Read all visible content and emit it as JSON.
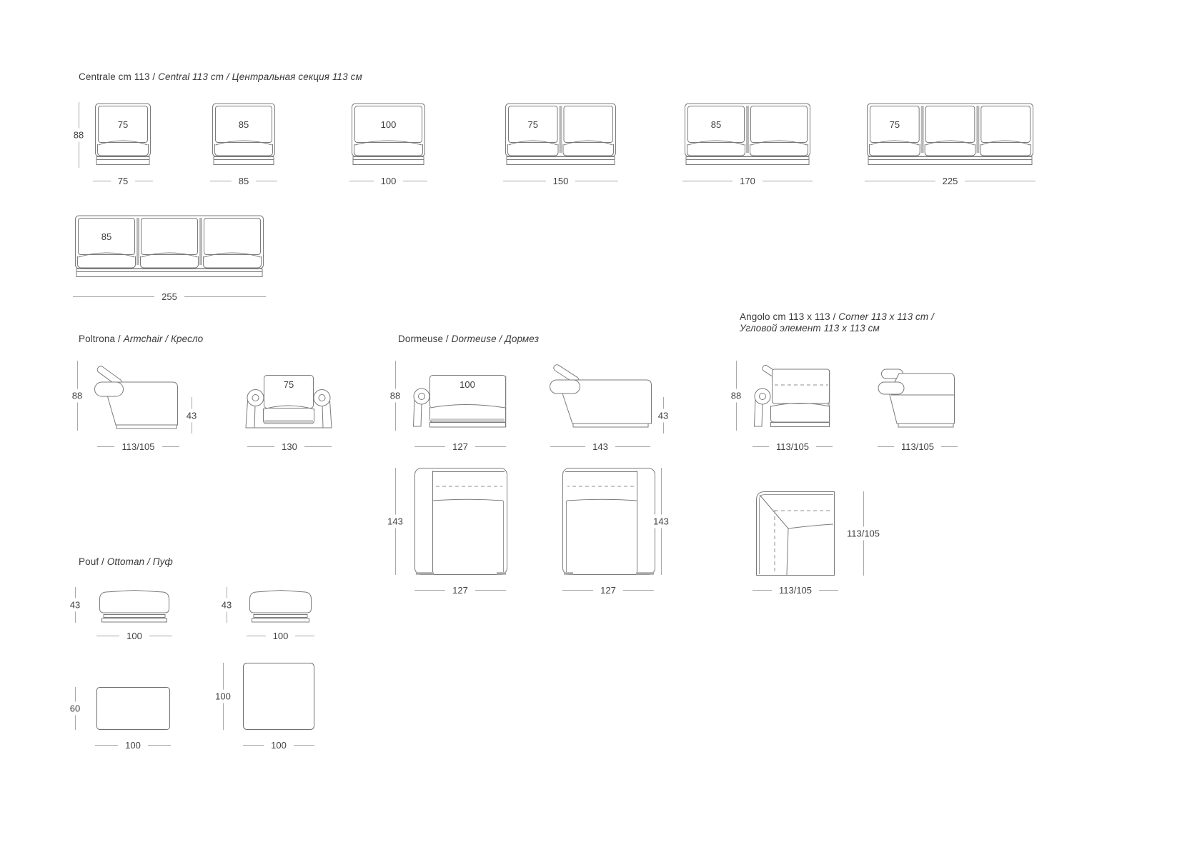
{
  "page": {
    "background": "#ffffff",
    "line_color": "#7b7b7b",
    "dim_line_color": "#a5a5a5",
    "text_color": "#424242"
  },
  "sections": {
    "centrale": {
      "title_normal": "Centrale cm 113 / ",
      "title_italic": "Central 113 cm / Центральная секция 113 см",
      "height_dim": "88",
      "modules": [
        {
          "seats": 1,
          "width_cm": 75,
          "cushion_label": "75",
          "width_label": "75"
        },
        {
          "seats": 1,
          "width_cm": 85,
          "cushion_label": "85",
          "width_label": "85"
        },
        {
          "seats": 1,
          "width_cm": 100,
          "cushion_label": "100",
          "width_label": "100"
        },
        {
          "seats": 2,
          "width_cm": 150,
          "cushion_label": "75",
          "width_label": "150"
        },
        {
          "seats": 2,
          "width_cm": 170,
          "cushion_label": "85",
          "width_label": "170"
        },
        {
          "seats": 3,
          "width_cm": 225,
          "cushion_label": "75",
          "width_label": "225"
        },
        {
          "seats": 3,
          "width_cm": 255,
          "cushion_label": "85",
          "width_label": "255"
        }
      ]
    },
    "poltrona": {
      "title_normal": "Poltrona / ",
      "title_italic": "Armchair / Кресло",
      "side": {
        "height_dim": "88",
        "seat_height_dim": "43",
        "width_label": "113/105"
      },
      "front": {
        "cushion_label": "75",
        "width_label": "130"
      }
    },
    "dormeuse": {
      "title_normal": "Dormeuse / ",
      "title_italic": "Dormeuse / Дормез",
      "front": {
        "height_dim": "88",
        "cushion_label": "100",
        "width_label": "127"
      },
      "side": {
        "seat_height_dim": "43",
        "width_label": "143"
      },
      "top_left": {
        "depth_dim": "143",
        "width_label": "127"
      },
      "top_right": {
        "depth_dim": "143",
        "width_label": "127"
      }
    },
    "angolo": {
      "title_line1_normal": "Angolo cm 113 x 113 / ",
      "title_line1_italic": "Corner 113 x 113 cm /",
      "title_line2_italic": "Угловой элемент 113 x 113 см",
      "front": {
        "height_dim": "88",
        "width_label": "113/105"
      },
      "side": {
        "width_label": "113/105"
      },
      "top": {
        "depth_dim": "113/105",
        "width_label": "113/105"
      }
    },
    "pouf": {
      "title_normal": "Pouf / ",
      "title_italic": "Ottoman / Пуф",
      "front_small": {
        "height_dim": "43",
        "width_label": "100"
      },
      "front_large": {
        "height_dim": "43",
        "width_label": "100"
      },
      "top_rect": {
        "depth_dim": "60",
        "width_label": "100"
      },
      "top_square": {
        "depth_dim": "100",
        "width_label": "100"
      }
    }
  }
}
